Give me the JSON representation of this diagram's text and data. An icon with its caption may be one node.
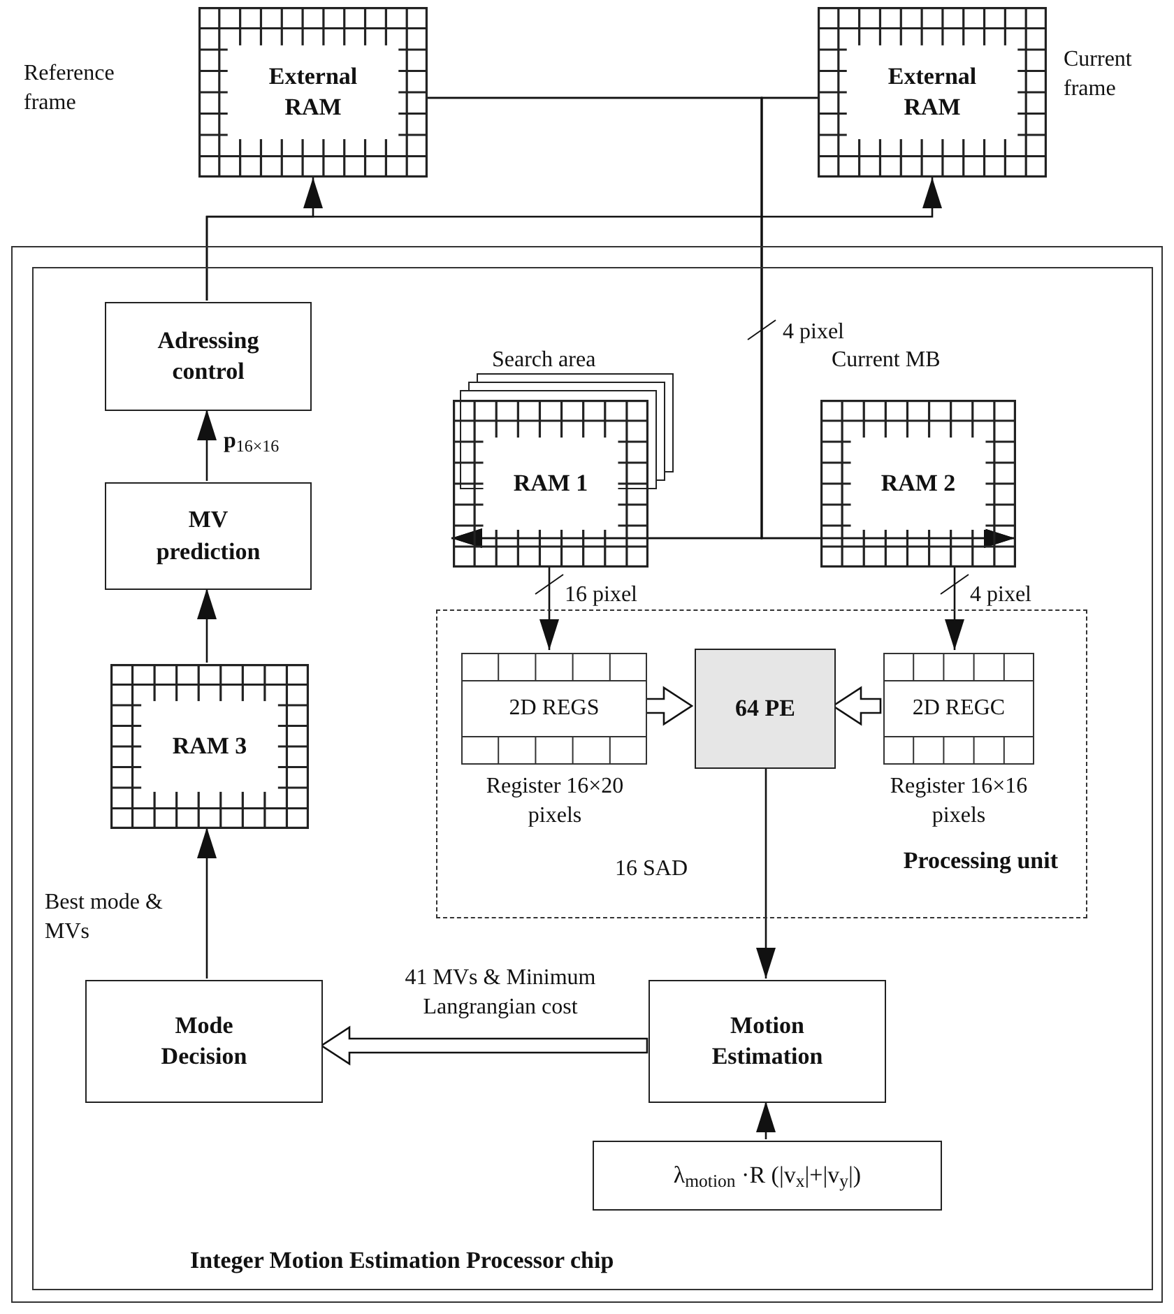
{
  "diagram": {
    "nodes": [
      {
        "text": [
          "External RAM"
        ],
        "beside": [
          "Reference frame"
        ]
      },
      {
        "text": [
          "External RAM"
        ],
        "beside": [
          "Current frame"
        ]
      },
      {
        "text": [
          "Integer Motion Estimation Processor chip"
        ]
      },
      {
        "text": [
          "Adressing control"
        ],
        "in": 2
      },
      {
        "text": [
          "MV prediction"
        ],
        "in": 2
      },
      {
        "text": [
          "RAM 3"
        ],
        "in": 2
      },
      {
        "text": [
          "RAM 1"
        ],
        "beside": [
          "Search area"
        ],
        "in": 2
      },
      {
        "text": [
          "RAM 2"
        ],
        "beside": [
          "Current MB"
        ],
        "in": 2
      },
      {
        "text": [
          "Processing unit"
        ],
        "in": 2
      },
      {
        "text": [
          "2D REGS"
        ],
        "beside": [
          "Register 16×20 pixels"
        ],
        "in": 8
      },
      {
        "text": [
          "64 PE"
        ],
        "in": 8
      },
      {
        "text": [
          "2D REGC"
        ],
        "beside": [
          "Register 16×16 pixels"
        ],
        "in": 8
      },
      {
        "text": [
          "Mode Decision"
        ],
        "in": 2
      },
      {
        "text": [
          "Motion Estimation"
        ],
        "in": 2
      },
      {
        "text": [
          "λ$_{motion}$ ·R (|v$_{x}$|+|v$_{y}$|)"
        ],
        "in": 2
      }
    ],
    "edges": [
      {
        "from": 0,
        "to": 6,
        "arrow": "to"
      },
      {
        "from": 0,
        "to": 7,
        "arrow": "to"
      },
      {
        "from": 1,
        "to": 6,
        "arrow": "to"
      },
      {
        "from": 1,
        "to": 7,
        "arrow": "to"
      },
      {
        "from": 3,
        "to": 0,
        "arrow": "to"
      },
      {
        "from": 3,
        "to": 1,
        "arrow": "to"
      },
      {
        "from": 4,
        "to": 3,
        "arrow": "to",
        "label": "**p**$_{16×16}$"
      },
      {
        "from": 5,
        "to": 4,
        "arrow": "to"
      },
      {
        "from": 12,
        "to": 5,
        "arrow": "to",
        "label": "Best mode & MVs"
      },
      {
        "from": 6,
        "to": 9,
        "arrow": "to",
        "label": "16 pixel"
      },
      {
        "from": 7,
        "to": 11,
        "arrow": "to",
        "label": "4 pixel"
      },
      {
        "from": 9,
        "to": 10,
        "arrow": "to",
        "style": "thick"
      },
      {
        "from": 11,
        "to": 10,
        "arrow": "to",
        "style": "thick"
      },
      {
        "from": 10,
        "to": 13,
        "arrow": "to",
        "label": "16 SAD"
      },
      {
        "from": 13,
        "to": 12,
        "arrow": "to",
        "style": "thick",
        "label": "41 MVs & Minimum Langrangian cost"
      },
      {
        "from": 14,
        "to": 13,
        "arrow": "to"
      }
    ],
    "labels": [
      "4 pixel"
    ]
  }
}
